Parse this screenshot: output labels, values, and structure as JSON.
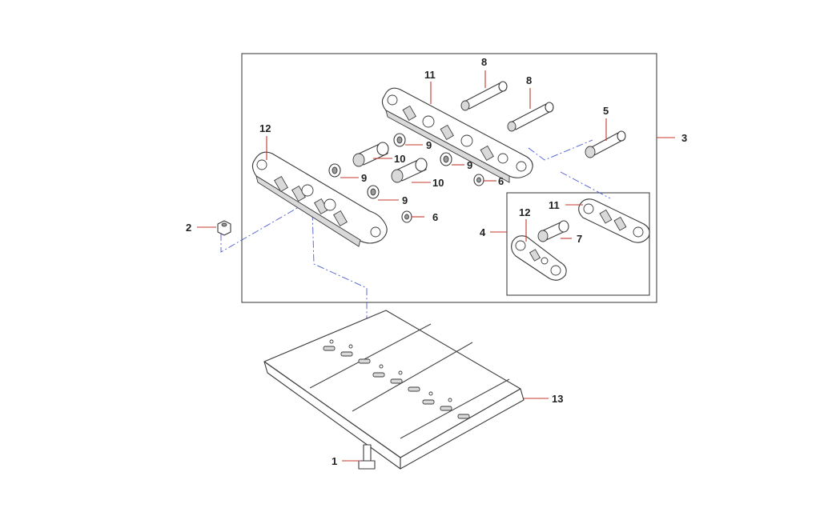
{
  "diagram": {
    "frames": {
      "assembly": "assembly-frame",
      "sub_assembly": "sub-assembly-frame"
    },
    "callouts": [
      {
        "id": "c1",
        "text": "1"
      },
      {
        "id": "c2",
        "text": "2"
      },
      {
        "id": "c3",
        "text": "3"
      },
      {
        "id": "c4",
        "text": "4"
      },
      {
        "id": "c5",
        "text": "5"
      },
      {
        "id": "c6a",
        "text": "6"
      },
      {
        "id": "c6b",
        "text": "6"
      },
      {
        "id": "c7",
        "text": "7"
      },
      {
        "id": "c8a",
        "text": "8"
      },
      {
        "id": "c8b",
        "text": "8"
      },
      {
        "id": "c9a",
        "text": "9"
      },
      {
        "id": "c9b",
        "text": "9"
      },
      {
        "id": "c9c",
        "text": "9"
      },
      {
        "id": "c9d",
        "text": "9"
      },
      {
        "id": "c10a",
        "text": "10"
      },
      {
        "id": "c10b",
        "text": "10"
      },
      {
        "id": "c11a",
        "text": "11"
      },
      {
        "id": "c11b",
        "text": "11"
      },
      {
        "id": "c12a",
        "text": "12"
      },
      {
        "id": "c12b",
        "text": "12"
      },
      {
        "id": "c13",
        "text": "13"
      }
    ],
    "colors": {
      "leader": "#c0392b",
      "centerline": "#4a5bd0",
      "outline": "#3a3a3a"
    }
  }
}
